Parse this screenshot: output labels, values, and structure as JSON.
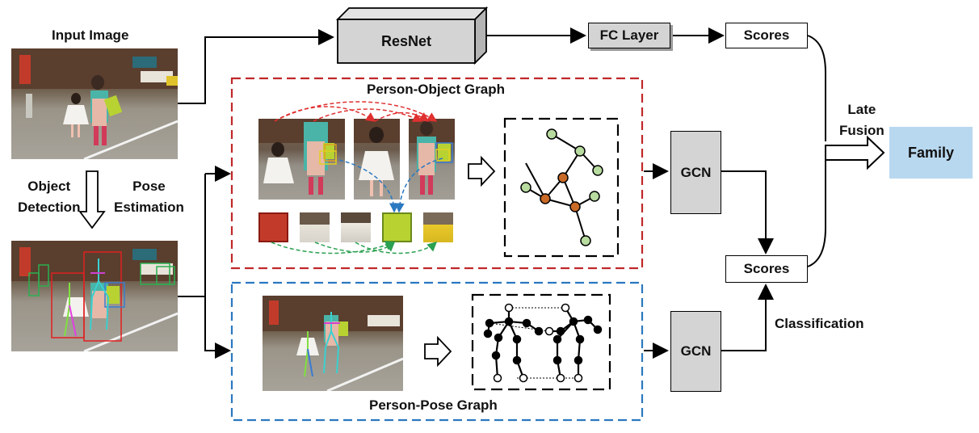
{
  "labels": {
    "input_image": "Input Image",
    "object_detection": "Object\nDetection",
    "pose_estimation": "Pose\nEstimation",
    "person_object_graph": "Person-Object Graph",
    "person_pose_graph": "Person-Pose Graph",
    "late_fusion": "Late\nFusion",
    "classification": "Classification"
  },
  "boxes": {
    "resnet": "ResNet",
    "fc_layer": "FC Layer",
    "scores_top": "Scores",
    "scores_bottom": "Scores",
    "gcn_top": "GCN",
    "gcn_bottom": "GCN",
    "family": "Family"
  },
  "colors": {
    "object_graph_border": "#c0282a",
    "pose_graph_border": "#2a78c0",
    "gray_box": "#d4d4d4",
    "family_box": "#b8d8ef",
    "object_node": "#b8dba0",
    "person_node": "#c96a28",
    "red_arrows": "#e03030",
    "blue_arrows": "#2a78c0",
    "green_arrows": "#2aa050"
  }
}
